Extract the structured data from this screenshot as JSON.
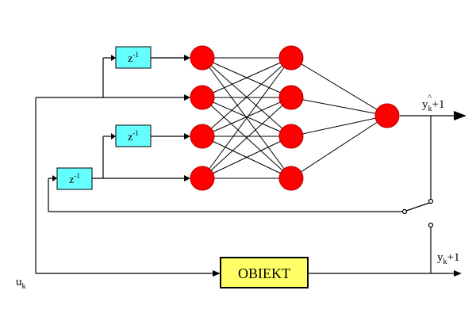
{
  "diagram": {
    "delay_blocks": [
      {
        "base": "z",
        "exponent": "-1"
      },
      {
        "base": "z",
        "exponent": "-1"
      },
      {
        "base": "z",
        "exponent": "-1"
      }
    ],
    "plant_label": "OBIEKT",
    "input_label": {
      "base": "u",
      "subscript": "k"
    },
    "predicted_output_label": {
      "base": "y",
      "hat": "^",
      "subscript": "k",
      "suffix": "+1"
    },
    "plant_output_label": {
      "base": "y",
      "subscript": "k",
      "suffix": "+1"
    },
    "colors": {
      "neuron": "#ff0000",
      "delay_block": "#66ffff",
      "plant_block": "#ffff66",
      "wire": "#000000"
    }
  }
}
